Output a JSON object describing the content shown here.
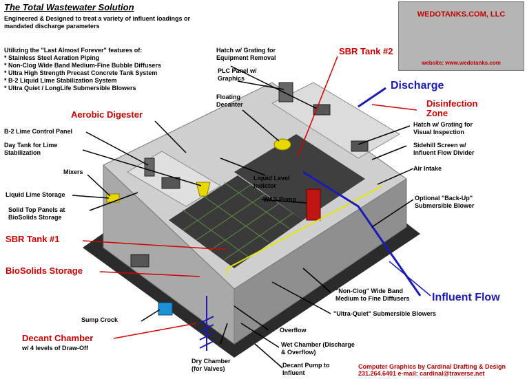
{
  "title": "The Total Wastewater Solution",
  "intro": "Engineered & Designed to treat a variety of influent loadings or mandated discharge parameters",
  "features_heading": "Utilizing the \"Last Almost Forever\" features of:",
  "features": [
    "* Stainless Steel Aeration Piping",
    "* Non-Clog Wide Band Medium-Fine Bubble Diffusers",
    "* Ultra High Strength Precast Concrete Tank System",
    "* B-2 Liquid Lime Stabilization System",
    "* Ultra Quiet / LongLife Submersible Blowers"
  ],
  "brand": {
    "name": "WEDOTANKS.COM, LLC",
    "website": "website: www.wedotanks.com"
  },
  "labels": {
    "hatch_equipment": "Hatch w/ Grating for Equipment Removal",
    "sbr2": "SBR Tank #2",
    "plc": "PLC Panel w/ Graphics",
    "discharge": "Discharge",
    "disinfection": "Disinfection Zone",
    "floating_decanter": "Floating Decanter",
    "aerobic_digester": "Aerobic Digester",
    "hatch_visual": "Hatch w/ Grating for Visual Inspection",
    "b2_panel": "B-2 Lime Control Panel",
    "sidehill": "Sidehill Screen w/ Influent Flow Divider",
    "day_tank": "Day Tank for Lime Stabilization",
    "mixers": "Mixers",
    "liquid_level": "Liquid Level Indictor",
    "air_intake": "Air Intake",
    "liquid_lime": "Liquid Lime Storage",
    "was_pump": "WAS Pump",
    "solid_top": "Solid Top Panels at BioSolids Storage",
    "backup_blower": "Optional \"Back-Up\" Submersible Blower",
    "sbr1": "SBR Tank #1",
    "biosolids": "BioSolids Storage",
    "diffusers": "\"Non-Clog\" Wide Band Medium to Fine Diffusers",
    "influent": "Influent Flow",
    "blowers": "\"Ultra-Quiet\" Submersible Blowers",
    "sump": "Sump Crock",
    "overflow": "Overflow",
    "decant_chamber": "Decant Chamber",
    "decant_sub": "w/ 4 levels of Draw-Off",
    "wet_chamber": "Wet Chamber (Discharge & Overflow)",
    "dry_chamber": "Dry Chamber (for Valves)",
    "decant_pump": "Decant Pump to Influent"
  },
  "credit": {
    "line1": "Computer Graphics by Cardinal Drafting & Design",
    "line2": "231.264.6401  e-mail: cardinal@traverse.net"
  },
  "colors": {
    "red": "#d00000",
    "blue": "#1a1ab8",
    "concrete": "#bdbdbd"
  }
}
